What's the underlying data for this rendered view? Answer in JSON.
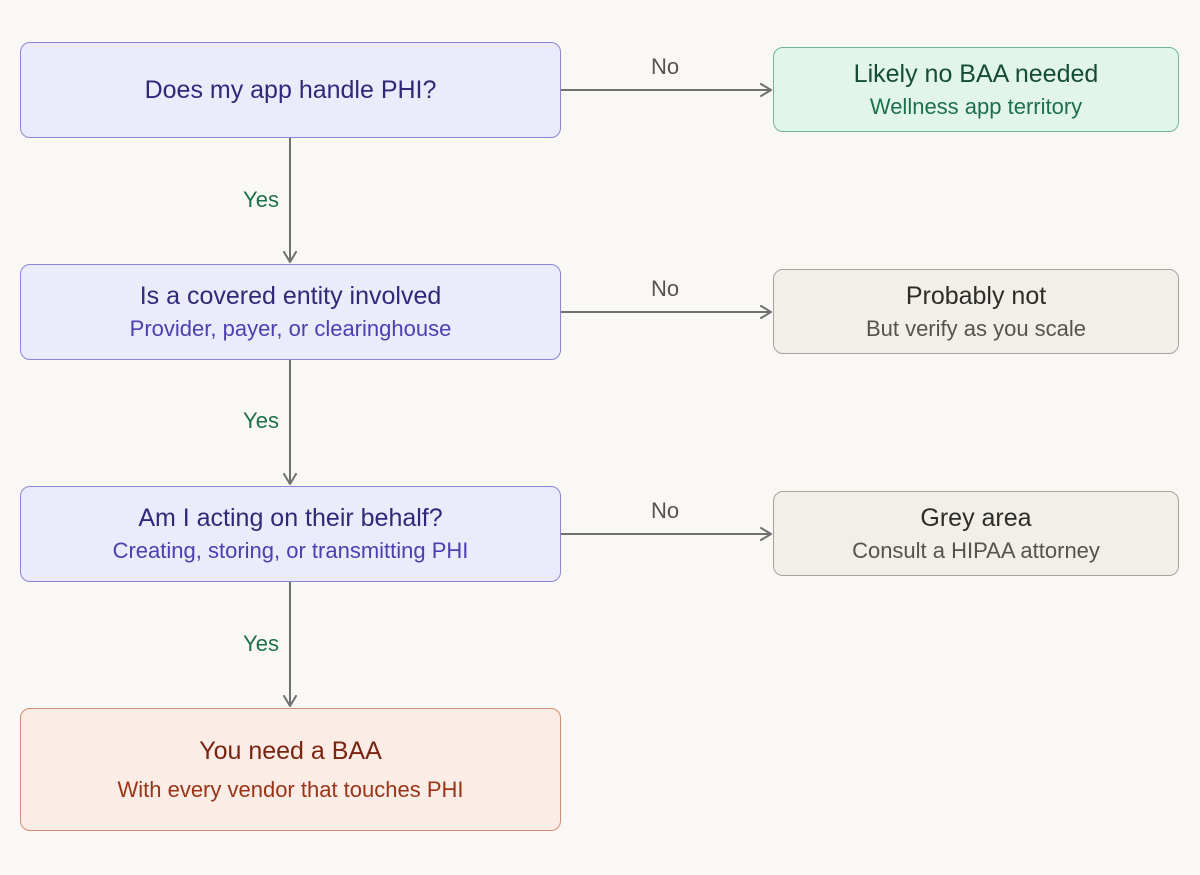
{
  "nodes": {
    "phi": {
      "title": "Does my app handle PHI?",
      "subtitle": ""
    },
    "no_baa": {
      "title": "Likely no BAA needed",
      "subtitle": "Wellness app territory"
    },
    "covered": {
      "title": "Is a covered entity involved",
      "subtitle": "Provider, payer, or clearinghouse"
    },
    "probably_not": {
      "title": "Probably not",
      "subtitle": "But verify as you scale"
    },
    "behalf": {
      "title": "Am I acting on their behalf?",
      "subtitle": "Creating, storing, or transmitting PHI"
    },
    "grey": {
      "title": "Grey area",
      "subtitle": "Consult a HIPAA attorney"
    },
    "need_baa": {
      "title": "You need a BAA",
      "subtitle": "With every vendor that touches PHI"
    }
  },
  "edges": {
    "yes_label": "Yes",
    "no_label": "No"
  },
  "colors": {
    "connector": "#707070",
    "question_fill": "#ecebfb",
    "safe_fill": "#e2f5ed",
    "neutral_fill": "#f1efe8",
    "result_fill": "#fbece6"
  }
}
